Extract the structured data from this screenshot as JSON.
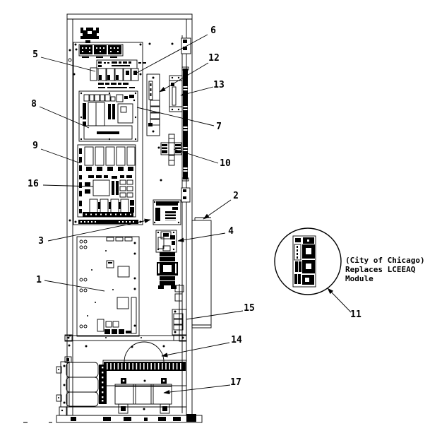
{
  "diagram_type": "control-cabinet-parts-diagram",
  "colors": {
    "ink": "#000000",
    "paper": "#ffffff"
  },
  "note": {
    "lines": [
      "(City of Chicago)",
      "Replaces LCEEAQ",
      "Module"
    ]
  },
  "callouts": [
    {
      "id": "1",
      "label": "1"
    },
    {
      "id": "2",
      "label": "2"
    },
    {
      "id": "3",
      "label": "3"
    },
    {
      "id": "4",
      "label": "4"
    },
    {
      "id": "5",
      "label": "5"
    },
    {
      "id": "6",
      "label": "6"
    },
    {
      "id": "7",
      "label": "7"
    },
    {
      "id": "8",
      "label": "8"
    },
    {
      "id": "9",
      "label": "9"
    },
    {
      "id": "10",
      "label": "10"
    },
    {
      "id": "11",
      "label": "11"
    },
    {
      "id": "12",
      "label": "12"
    },
    {
      "id": "13",
      "label": "13"
    },
    {
      "id": "14",
      "label": "14"
    },
    {
      "id": "15",
      "label": "15"
    },
    {
      "id": "16",
      "label": "16"
    },
    {
      "id": "17",
      "label": "17"
    }
  ]
}
